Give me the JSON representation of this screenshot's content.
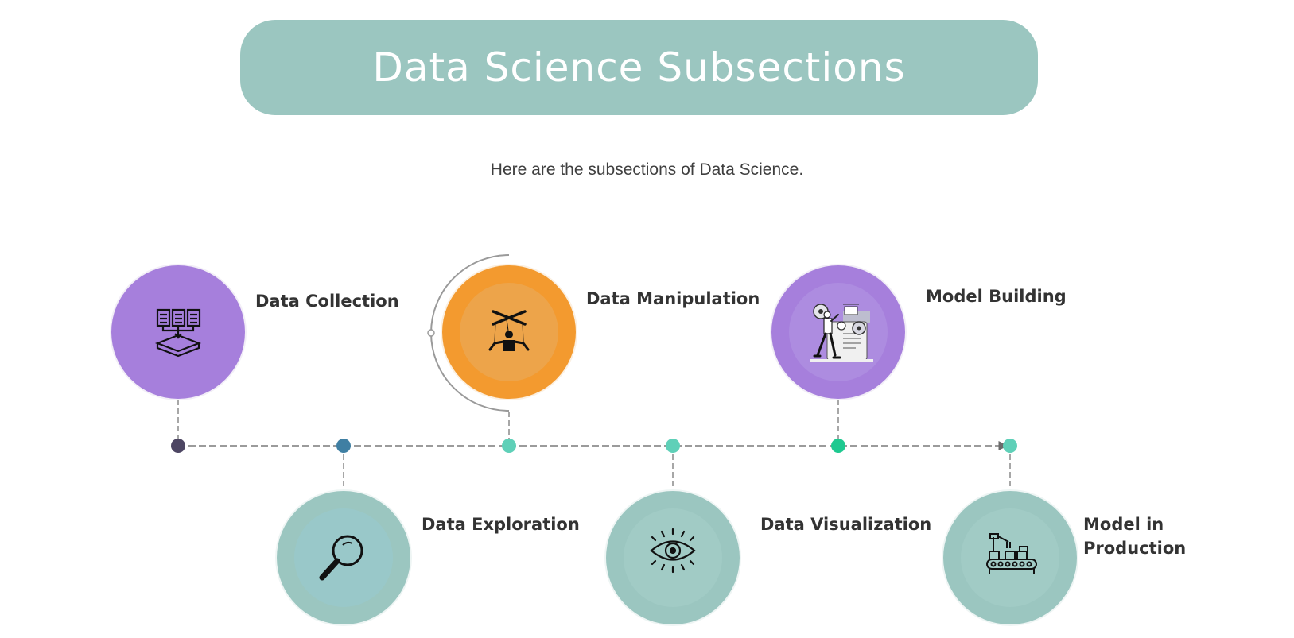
{
  "title": "Data Science Subsections",
  "subtitle": "Here are the subsections of Data Science.",
  "steps": [
    {
      "label": "Data Collection",
      "icon": "documents-inbox-icon"
    },
    {
      "label": "Data Exploration",
      "icon": "magnifier-icon"
    },
    {
      "label": "Data Manipulation",
      "icon": "puppet-icon"
    },
    {
      "label": "Data Visualization",
      "icon": "eye-icon"
    },
    {
      "label": "Model Building",
      "icon": "engineer-gears-icon"
    },
    {
      "label": "Model in Production",
      "icon": "factory-conveyor-icon"
    }
  ],
  "colors": {
    "title_bg": "#9bc6c0",
    "purple": "#a67fdc",
    "orange": "#f39a2f",
    "teal": "#9bc6c0",
    "dot_1": "#4d4663",
    "dot_2": "#3f7fa3",
    "dot_teal": "#5fd0b8",
    "dot_green": "#1ec990"
  }
}
